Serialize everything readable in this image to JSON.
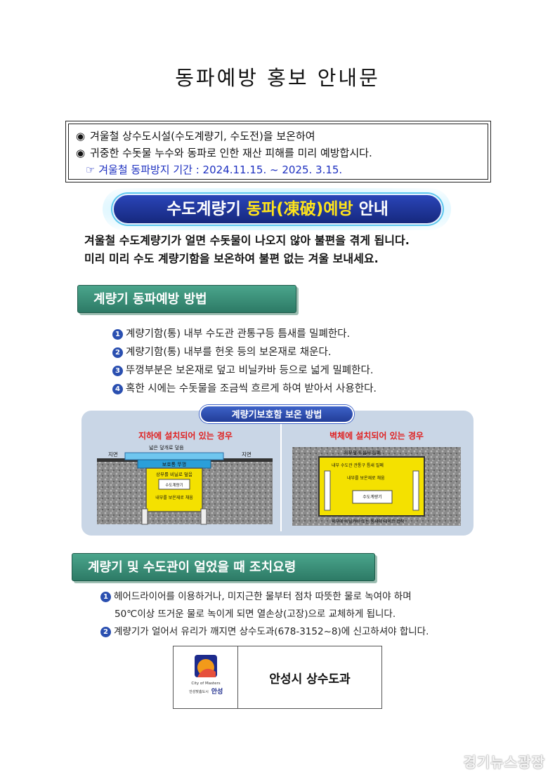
{
  "title": "동파예방 홍보 안내문",
  "notice": {
    "line1": "겨울철 상수도시설(수도계량기, 수도전)을 보온하여",
    "line2": "귀중한 수돗물 누수와 동파로 인한 재산 피해를 미리 예방합시다.",
    "period": "겨울철 동파방지 기간 : 2024.11.15. ~ 2025. 3.15.",
    "bullet_symbol": "◉",
    "pointer_symbol": "☞"
  },
  "banner": {
    "part1": "수도계량기 ",
    "highlight": "동파(凍破)예방",
    "part2": " 안내"
  },
  "intro": {
    "line1": "겨울철 수도계량기가 얼면 수돗물이 나오지 않아 불편을 겪게 됩니다.",
    "line2": "미리 미리 수도 계량기함을 보온하여 불편 없는 겨울 보내세요."
  },
  "prevention": {
    "header": "계량기 동파예방 방법",
    "steps": [
      {
        "num": "1",
        "text": "계량기함(통) 내부 수도관 관통구등 틈새를 밀폐한다."
      },
      {
        "num": "2",
        "text": "계량기함(통) 내부를 헌옷 등의 보온재로 채운다."
      },
      {
        "num": "3",
        "text": "뚜껑부분은 보온재로 덮고 비닐카바 등으로 넓게 밀폐한다."
      },
      {
        "num": "4",
        "text": "혹한 시에는 수돗물을 조금씩 흐르게 하여 받아서 사용한다."
      }
    ]
  },
  "diagram": {
    "title": "계량기보호함 보온 방법",
    "left": {
      "caption": "지하에 설치되어 있는 경우",
      "ground": "지면",
      "label_top": "넓은 덮개로 덮음",
      "label_lid": "보호통 뚜껑",
      "label_vinyl": "상부를 비닐로 덮음",
      "label_meter": "수도계량기",
      "label_fill": "내부를 보온재로 채움"
    },
    "right": {
      "caption": "벽체에 설치되어 있는 경우",
      "label_top": "외부덮개 틈새 밀폐",
      "label_pipe": "내부 수도관 관통구 틈새 밀폐",
      "label_fill": "내부를 보온재로 채움",
      "label_meter": "수도계량기",
      "label_bottom": "외부에 비닐카바 또는 틈새에 테이프 접착"
    }
  },
  "response": {
    "header": "계량기 및 수도관이 얼었을 때 조치요령",
    "step1_line1": "헤어드라이어를 이용하거나, 미지근한 물부터 점차 따뜻한 물로 녹여야 하며",
    "step1_line2": "50℃이상 뜨거운 물로 녹이게 되면 열손상(고장)으로 교체하게 됩니다.",
    "step2": "계량기가 얼어서 유리가 깨지면 상수도과(678-3152~8)에 신고하셔야 합니다."
  },
  "footer": {
    "logo_en": "City of Masters",
    "logo_sub": "안성맞춤도시",
    "logo_name": "안성",
    "department": "안성시 상수도과"
  },
  "watermark": "경기뉴스광장",
  "colors": {
    "banner_blue": "#1c2fc0",
    "banner_highlight": "#ffe41a",
    "section_green": "#2d7a66",
    "number_blue": "#2a4fb0",
    "diagram_caption_red": "#e02020",
    "diagram_yellow": "#f4e100"
  }
}
